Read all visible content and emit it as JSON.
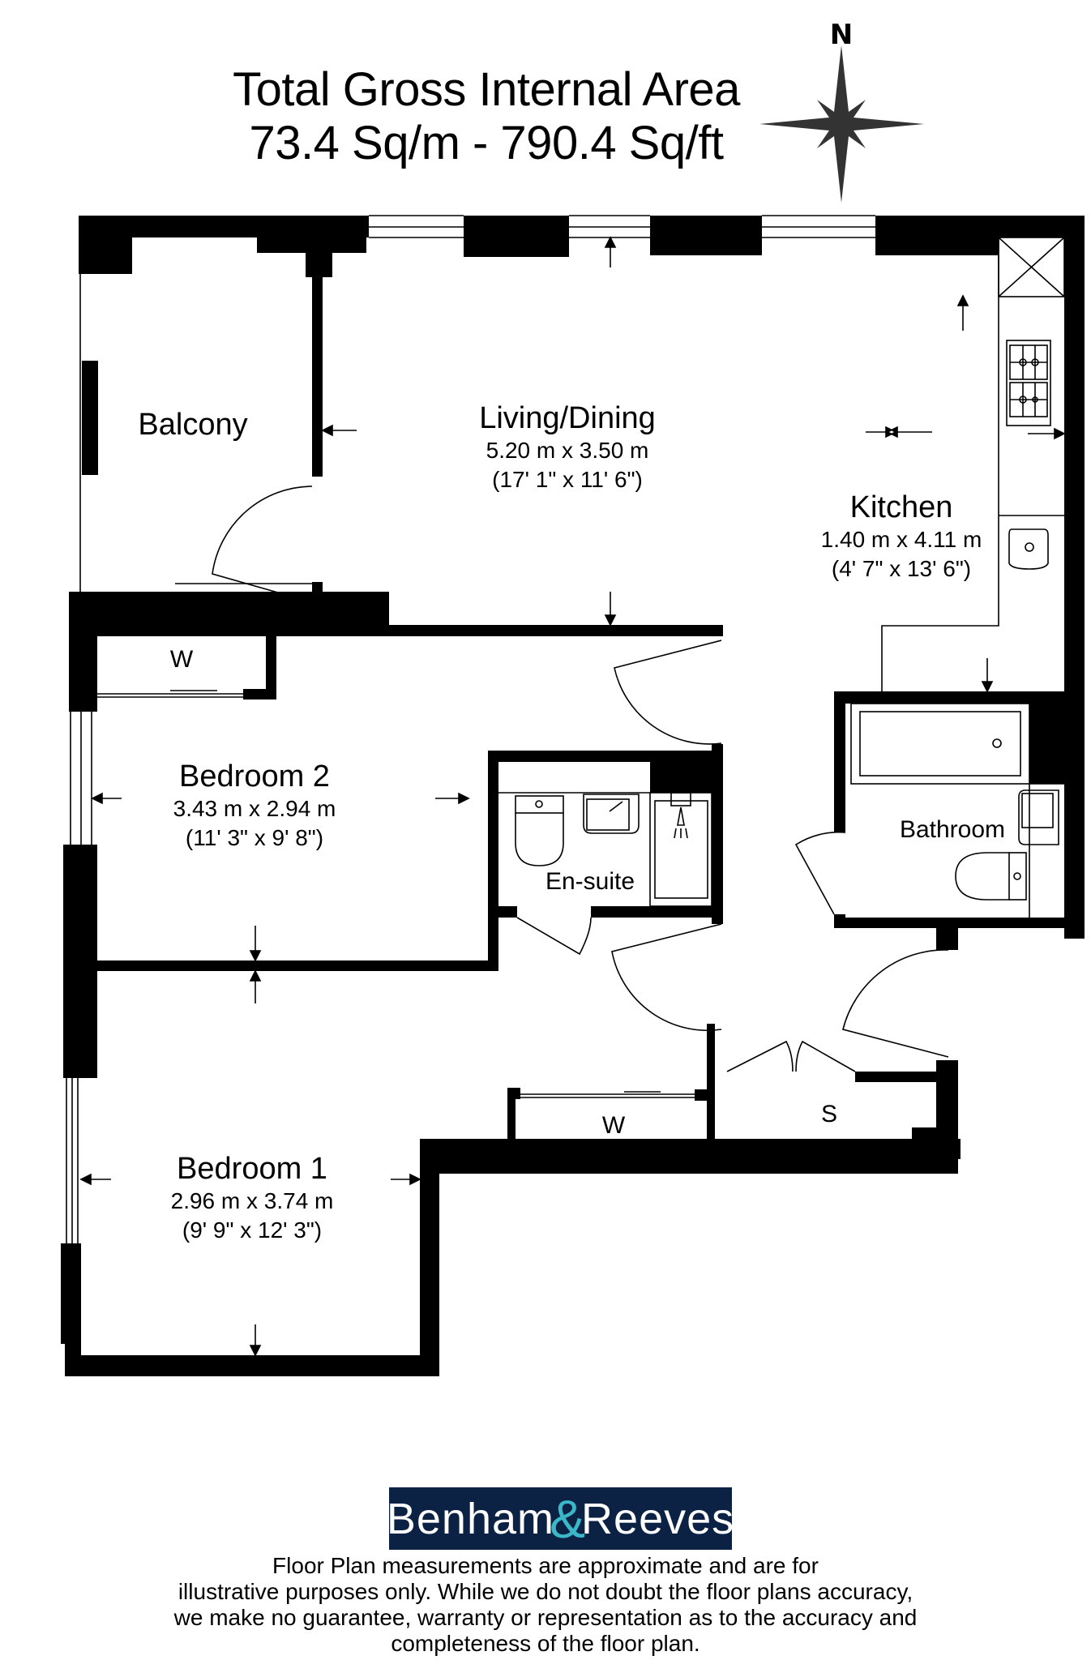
{
  "header": {
    "title": "Total Gross Internal Area",
    "area": "73.4 Sq/m - 790.4 Sq/ft"
  },
  "compass": {
    "label": "N",
    "icon": "compass-star-icon",
    "color": "#333333"
  },
  "rooms": {
    "balcony": {
      "name": "Balcony"
    },
    "living": {
      "name": "Living/Dining",
      "metric": "5.20 m x 3.50 m",
      "imperial": "(17' 1\" x 11' 6\")"
    },
    "kitchen": {
      "name": "Kitchen",
      "metric": "1.40 m x 4.11 m",
      "imperial": "(4' 7\" x 13' 6\")"
    },
    "bedroom2": {
      "name": "Bedroom 2",
      "metric": "3.43 m x 2.94 m",
      "imperial": "(11' 3\" x 9' 8\")"
    },
    "ensuite": {
      "name": "En-suite"
    },
    "bathroom": {
      "name": "Bathroom"
    },
    "bedroom1": {
      "name": "Bedroom 1",
      "metric": "2.96 m x 3.74 m",
      "imperial": "(9' 9\" x 12' 3\")"
    }
  },
  "storage": {
    "wardrobe_bed2": "W",
    "wardrobe_bed1": "W",
    "store": "S"
  },
  "brand": {
    "left": "Benham",
    "amp": "&",
    "right": "Reeves",
    "bg_color": "#0b2244",
    "accent_color": "#3bb8c8"
  },
  "disclaimer": {
    "lines": [
      "Floor Plan measurements are approximate and are for",
      "illustrative purposes only.  While we do not doubt the floor plans accuracy,",
      "we make no guarantee, warranty or representation as to the accuracy and",
      "completeness of the floor plan."
    ]
  },
  "colors": {
    "wall": "#000000",
    "line": "#000000",
    "background": "#ffffff"
  }
}
